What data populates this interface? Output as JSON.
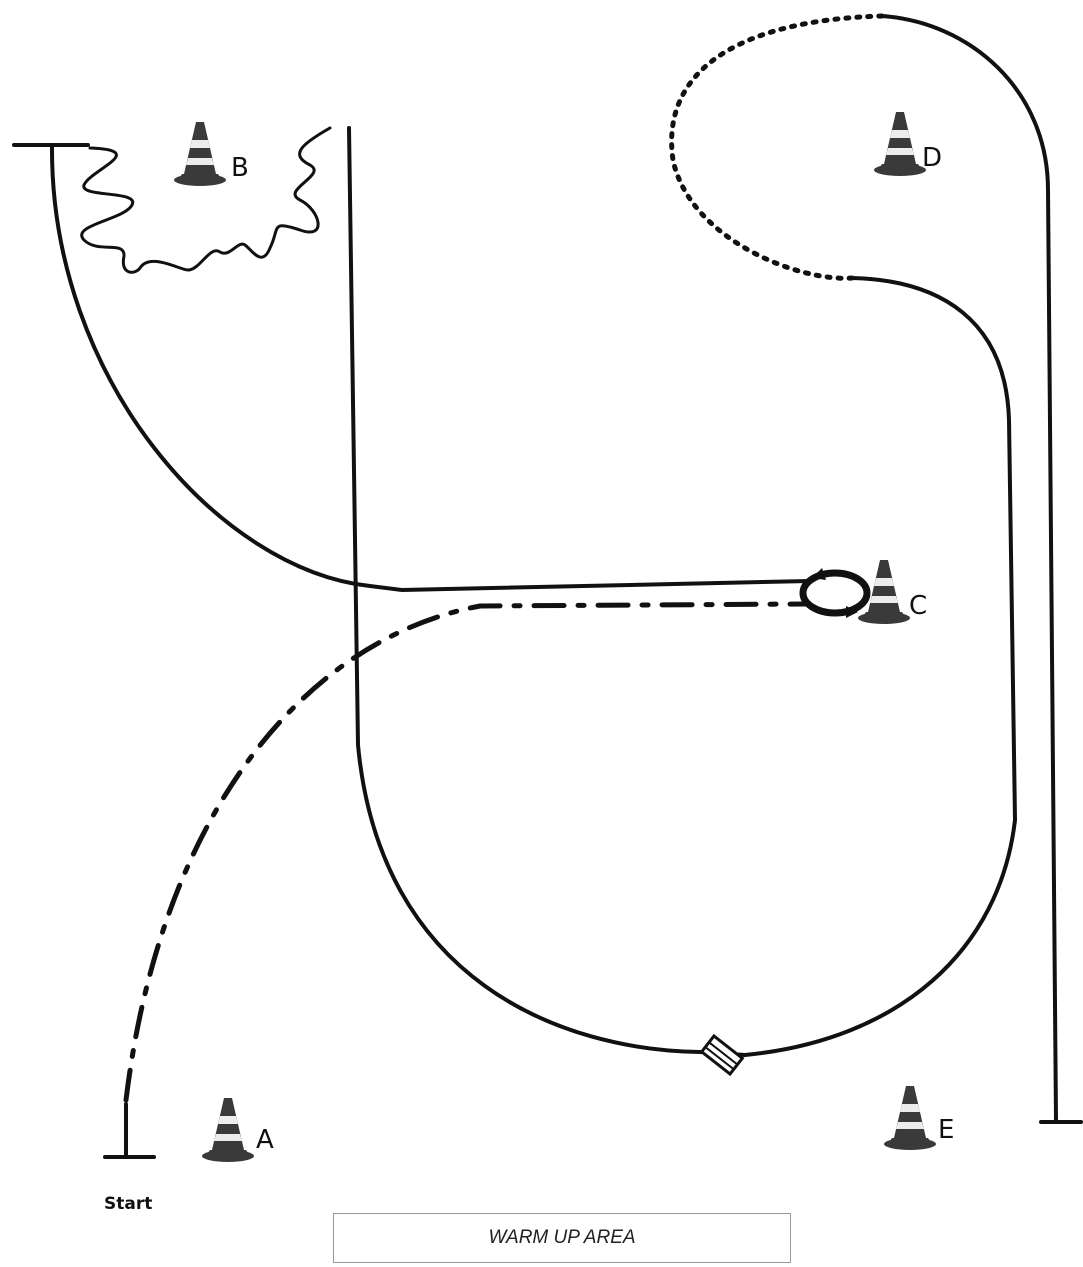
{
  "cones": [
    {
      "id": "A",
      "label": "A"
    },
    {
      "id": "B",
      "label": "B"
    },
    {
      "id": "C",
      "label": "C"
    },
    {
      "id": "D",
      "label": "D"
    },
    {
      "id": "E",
      "label": "E"
    }
  ],
  "start_label": "Start",
  "warm_up_label": "WARM UP AREA",
  "colors": {
    "stroke": "#111111",
    "cone_orange": "#e8e8e8"
  }
}
